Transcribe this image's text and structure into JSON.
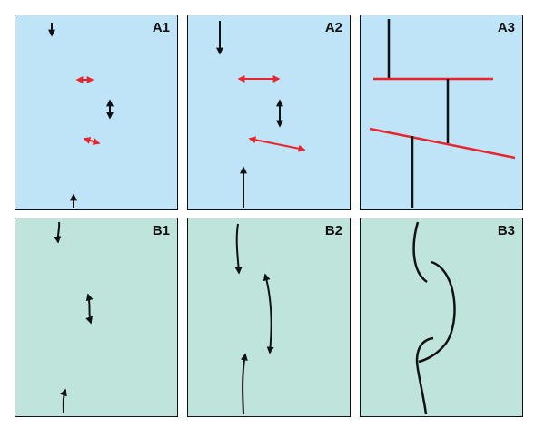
{
  "colors": {
    "row_a_background": "#bfe3f7",
    "row_b_background": "#bfe4dc",
    "stroke_black": "#111111",
    "stroke_red": "#e8242c"
  },
  "panels": {
    "A1": {
      "label": "A1"
    },
    "A2": {
      "label": "A2"
    },
    "A3": {
      "label": "A3"
    },
    "B1": {
      "label": "B1"
    },
    "B2": {
      "label": "B2"
    },
    "B3": {
      "label": "B3"
    }
  }
}
